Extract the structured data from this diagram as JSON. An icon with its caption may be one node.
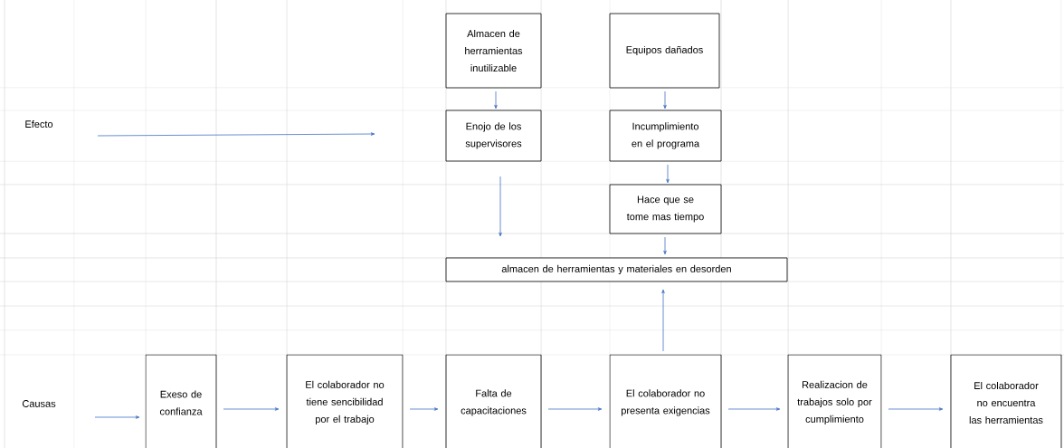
{
  "diagram": {
    "nodes": [
      {
        "text": [
          "Almacen de herramientas inutilizable"
        ]
      },
      {
        "text": [
          "Equipos dañados"
        ]
      },
      {
        "text": [
          "Enojo de los supervisores"
        ]
      },
      {
        "text": [
          "Incumplimiento en el programa"
        ]
      },
      {
        "text": [
          "Hace que se tome mas tiempo"
        ]
      },
      {
        "text": [
          "almacen de herramientas y materiales en desorden"
        ]
      },
      {
        "text": [
          "Exeso de confianza"
        ]
      },
      {
        "text": [
          "El colaborador no tiene sencibilidad por el trabajo"
        ]
      },
      {
        "text": [
          "Falta de capacitaciones"
        ]
      },
      {
        "text": [
          "El colaborador no presenta exigencias"
        ]
      },
      {
        "text": [
          "Realizacion de trabajos solo por cumplimiento"
        ]
      },
      {
        "text": [
          "El colaborador no encuentra las herramientas"
        ]
      }
    ],
    "edges": [
      {
        "from": 0,
        "to": 2,
        "arrow": "to"
      },
      {
        "from": 1,
        "to": 3,
        "arrow": "to"
      },
      {
        "from": 3,
        "to": 4,
        "arrow": "to"
      },
      {
        "from": 2,
        "to": 5,
        "arrow": "to"
      },
      {
        "from": 4,
        "to": 5,
        "arrow": "to"
      },
      {
        "from": 9,
        "to": 5,
        "arrow": "to"
      },
      {
        "from": null,
        "to": 6,
        "arrow": "to"
      },
      {
        "from": 6,
        "to": 7,
        "arrow": "to"
      },
      {
        "from": 7,
        "to": 8,
        "arrow": "to"
      },
      {
        "from": 8,
        "to": 9,
        "arrow": "to"
      },
      {
        "from": 9,
        "to": 10,
        "arrow": "to"
      },
      {
        "from": 10,
        "to": 11,
        "arrow": "to"
      }
    ],
    "labels": [
      "Efecto",
      "Causas"
    ]
  }
}
